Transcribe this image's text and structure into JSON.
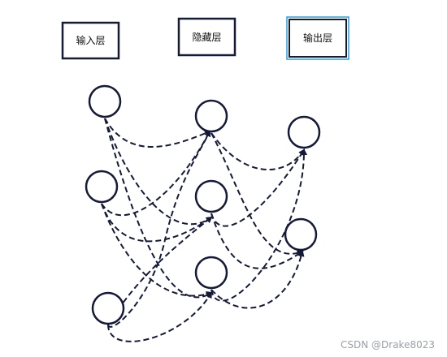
{
  "layers": [
    {
      "id": "input",
      "label": "输入层",
      "nodes": 3
    },
    {
      "id": "hidden",
      "label": "隐藏层",
      "nodes": 3
    },
    {
      "id": "output",
      "label": "输出层",
      "nodes": 2,
      "selected": true
    }
  ],
  "colors": {
    "stroke": "#141a38",
    "selected": "#2d9ee0"
  },
  "watermark": "CSDN @Drake8023"
}
